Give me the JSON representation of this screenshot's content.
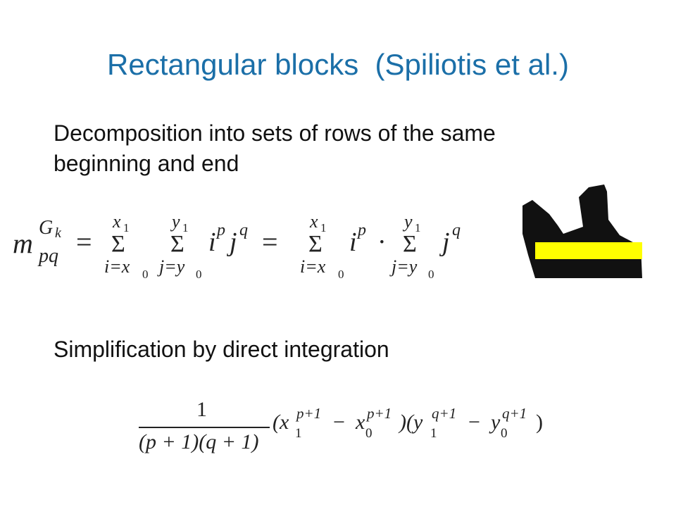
{
  "slide": {
    "title": "Rectangular blocks  (Spiliotis et al.)",
    "paragraph1": "Decomposition into sets of rows of the same beginning and end",
    "paragraph2": "Simplification by direct integration"
  },
  "formula1": {
    "m": "m",
    "G": "G",
    "k": "k",
    "pq": "pq",
    "eq1": "=",
    "eq2": "=",
    "sum": "Σ",
    "x1": "x",
    "x1sub": "1",
    "y1": "y",
    "y1sub": "1",
    "ix0": "i=x",
    "x0sub": "0",
    "jy0": "j=y",
    "y0sub": "0",
    "i": "i",
    "j": "j",
    "p": "p",
    "q": "q",
    "dot": "·"
  },
  "formula2": {
    "numerator": "1",
    "denominator": "(p + 1)(q + 1)",
    "open1": "(x",
    "sup_p": "p+1",
    "sub1": "1",
    "minus": "−",
    "x0": "x",
    "sub0": "0",
    "close_open": ")(y",
    "sup_q": "q+1",
    "y0": "y",
    "close": ")"
  },
  "colors": {
    "title": "#1b6fa8",
    "shape": "#111111",
    "band": "#ffff00"
  }
}
